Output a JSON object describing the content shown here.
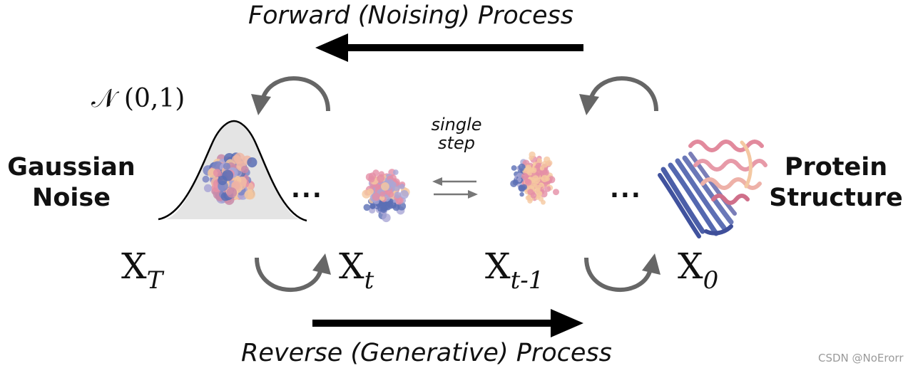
{
  "forward_label": "Forward (Noising) Process",
  "reverse_label": "Reverse (Generative) Process",
  "left_label": [
    "Gaussian",
    "Noise"
  ],
  "right_label": [
    "Protein",
    "Structure"
  ],
  "normal_label": "𝒩 (0,1)",
  "states": [
    {
      "base": "X",
      "sub": "T"
    },
    {
      "base": "X",
      "sub": "t"
    },
    {
      "base": "X",
      "sub": "t-1"
    },
    {
      "base": "X",
      "sub": "0"
    }
  ],
  "single_step_label": [
    "single",
    "step"
  ],
  "ellipsis": "...",
  "watermark": "CSDN @NoErorr",
  "colors": {
    "arrow": "#000000",
    "cycle_arrow": "#666666",
    "blue": "#5b6fb5",
    "pink": "#e58fa6",
    "peach": "#f5c8a0",
    "lavender": "#a9a6d6"
  }
}
